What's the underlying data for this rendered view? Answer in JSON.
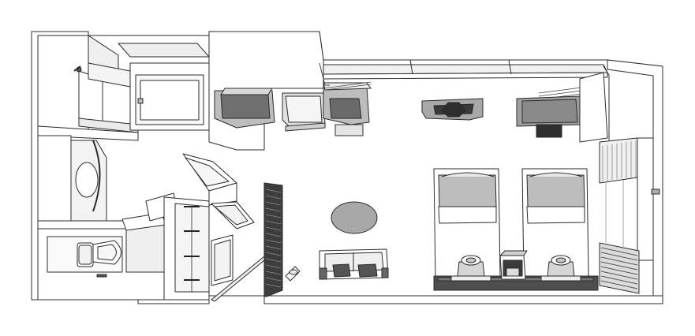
{
  "diagram": {
    "type": "isometric-floor-plan",
    "colors": {
      "background": "#ffffff",
      "wall": "#ffffff",
      "outline": "#2b2b2b",
      "light_gray": "#e3e3e3",
      "mid_gray": "#a8a8a8",
      "dark_gray": "#5c5c5c",
      "darkest": "#3a3a3a"
    },
    "rooms": [
      "bathroom",
      "toilet",
      "closet",
      "bedroom",
      "balcony"
    ],
    "furniture": [
      "bathtub",
      "sink",
      "toilet",
      "wardrobe",
      "tv-console",
      "desk",
      "room-divider",
      "rug",
      "sofa",
      "twin-bed",
      "twin-bed",
      "nightstand",
      "lamp",
      "lamp",
      "air-conditioner"
    ]
  }
}
